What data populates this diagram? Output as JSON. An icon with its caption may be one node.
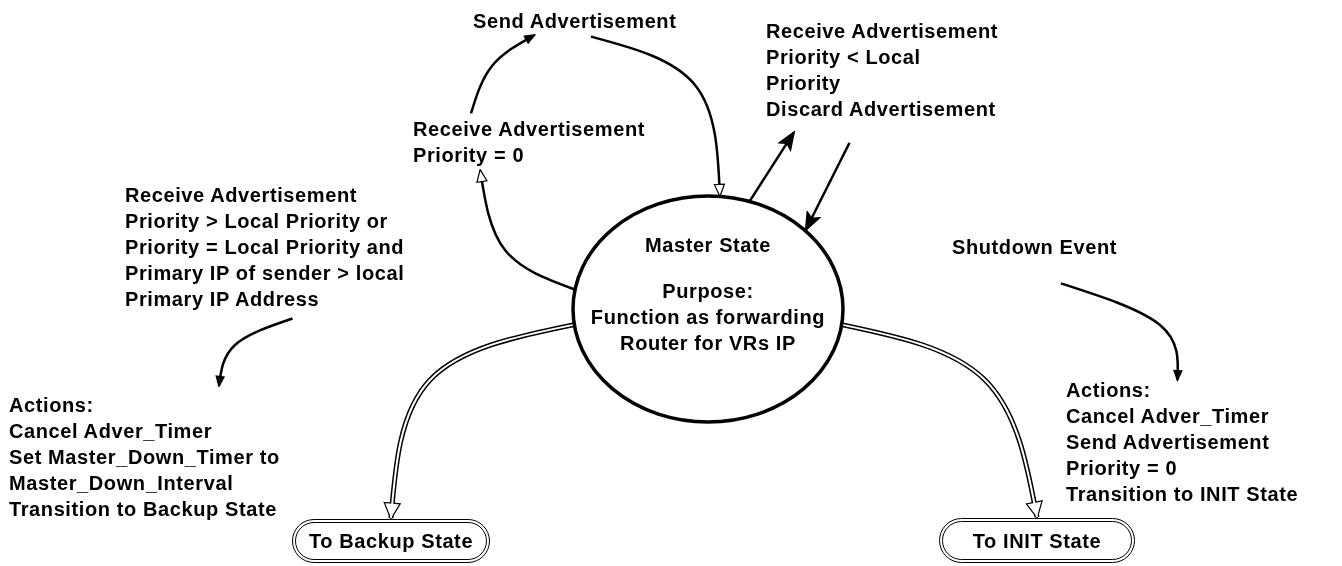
{
  "diagram": {
    "nodes": [
      {
        "text": [
          "Send Advertisement"
        ]
      },
      {
        "text": [
          "Receive Advertisement",
          "Priority < Local Priority",
          "Discard Advertisement"
        ]
      },
      {
        "text": [
          "Receive Advertisement",
          "Priority = 0"
        ]
      },
      {
        "text": [
          "Receive Advertisement",
          "Priority > Local Priority or Priority = Local Priority and Primary IP of sender > local Primary IP Address"
        ]
      },
      {
        "text": [
          "Master State",
          "Purpose:",
          "Function as forwarding Router for VRs IP"
        ]
      },
      {
        "text": [
          "Shutdown Event"
        ]
      },
      {
        "text": [
          "Actions:",
          "Cancel Adver_Timer",
          "Set Master_Down_Timer to Master_Down_Interval",
          "Transition to Backup State"
        ]
      },
      {
        "text": [
          "Actions:",
          "Cancel Adver_Timer",
          "Send Advertisement Priority = 0",
          "Transition to INIT State"
        ]
      },
      {
        "text": [
          "To Backup State"
        ]
      },
      {
        "text": [
          "To INIT State"
        ]
      }
    ],
    "edges": [
      {
        "from": 4,
        "to": 2,
        "arrow": "to"
      },
      {
        "from": 2,
        "to": 0,
        "arrow": "to"
      },
      {
        "from": 0,
        "to": 4,
        "arrow": "to"
      },
      {
        "from": 4,
        "to": 1,
        "arrow": "to"
      },
      {
        "from": 1,
        "to": 4,
        "arrow": "to"
      },
      {
        "from": 3,
        "to": 6,
        "arrow": "to"
      },
      {
        "from": 5,
        "to": 7,
        "arrow": "to"
      },
      {
        "from": 4,
        "to": 8,
        "arrow": "to",
        "style": "thick"
      },
      {
        "from": 4,
        "to": 9,
        "arrow": "to",
        "style": "thick"
      }
    ]
  }
}
